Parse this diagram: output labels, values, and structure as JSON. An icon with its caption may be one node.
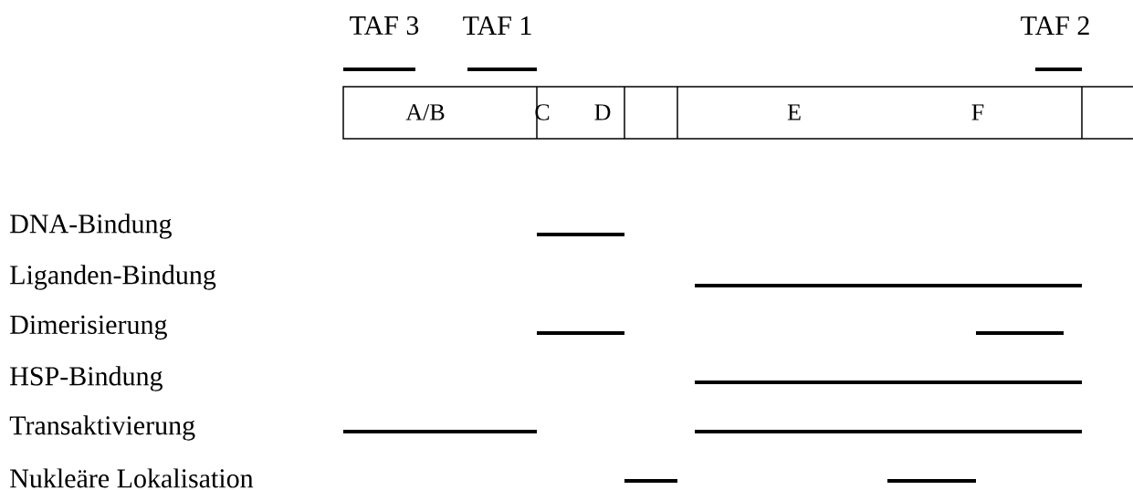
{
  "diagram": {
    "labels": [
      "TAF 3",
      "TAF 1",
      "TAF 2",
      "A/B",
      "C",
      "D",
      "E",
      "F",
      "DNA-Bindung",
      "Liganden-Bindung",
      "Dimerisierung",
      "HSP-Bindung",
      "Transaktivierung",
      "Nukleäre Lokalisation"
    ]
  }
}
